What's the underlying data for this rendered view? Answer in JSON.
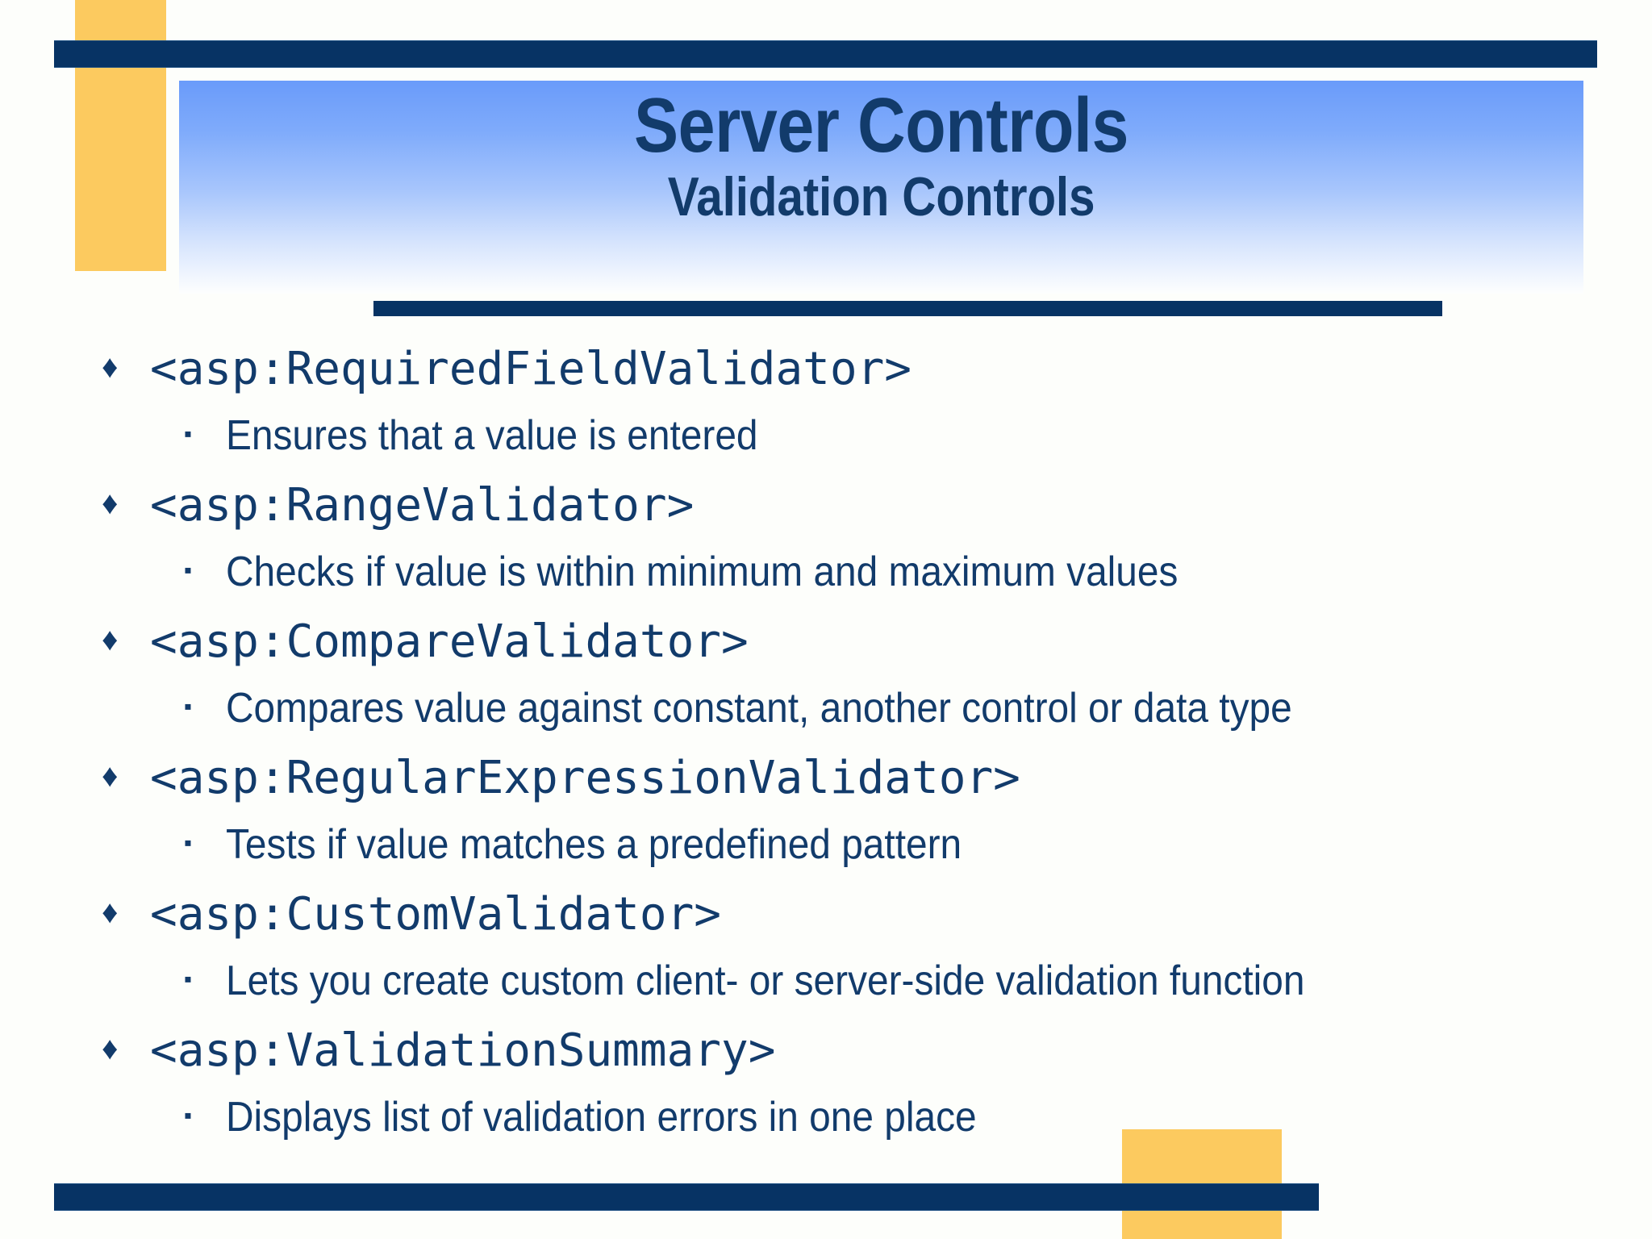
{
  "slide": {
    "title": {
      "main": "Server Controls",
      "subtitle": "Validation Controls"
    },
    "bullet_markers": {
      "level1": "♦",
      "level2": "▪"
    },
    "colors": {
      "navy": "#073364",
      "text_navy": "#123b6b",
      "gold": "#fcca5f",
      "banner_blue_top": "#6a9bfa",
      "background": "#fdfefb"
    },
    "items": [
      {
        "tag": "<asp:RequiredFieldValidator>",
        "description": "Ensures that a value is entered"
      },
      {
        "tag": "<asp:RangeValidator>",
        "description": "Checks if value is within minimum and maximum values"
      },
      {
        "tag": "<asp:CompareValidator>",
        "description": "Compares value against constant, another control or data type"
      },
      {
        "tag": "<asp:RegularExpressionValidator>",
        "description": "Tests if value matches a predefined pattern"
      },
      {
        "tag": "<asp:CustomValidator>",
        "description": "Lets you create custom client- or server-side validation function"
      },
      {
        "tag": "<asp:ValidationSummary>",
        "description": "Displays list of validation errors in one place"
      }
    ]
  }
}
